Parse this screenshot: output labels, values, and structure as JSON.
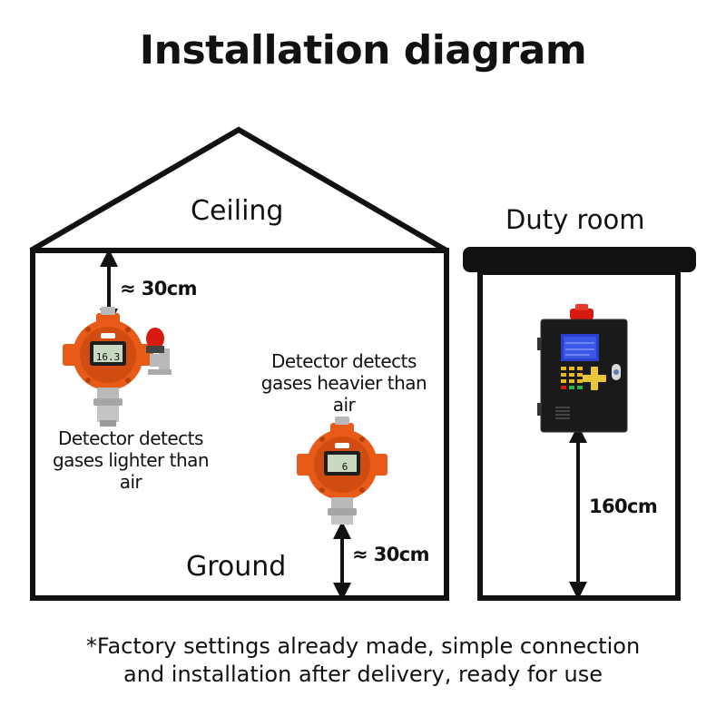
{
  "title": "Installation diagram",
  "house": {
    "ceiling_label": "Ceiling",
    "ground_label": "Ground",
    "top_distance_label": "≈ 30cm",
    "bottom_distance_label": "≈ 30cm",
    "light_detector_text": "Detector detects gases lighter than air",
    "heavy_detector_text": "Detector detects gases heavier than air",
    "detector_screen_top": "16.3",
    "detector_screen_bottom": "6"
  },
  "duty_room": {
    "label": "Duty room",
    "height_label": "160cm"
  },
  "footer": {
    "line1": "*Factory settings already made, simple connection",
    "line2": "and installation after delivery, ready for use"
  },
  "colors": {
    "outline": "#111111",
    "detector_body": "#e85a17",
    "detector_dark": "#b8400c",
    "metal": "#b9b9b9",
    "alarm_red": "#d81a10",
    "cabinet": "#1a1a1a",
    "lcd": "#2a3fd0"
  }
}
